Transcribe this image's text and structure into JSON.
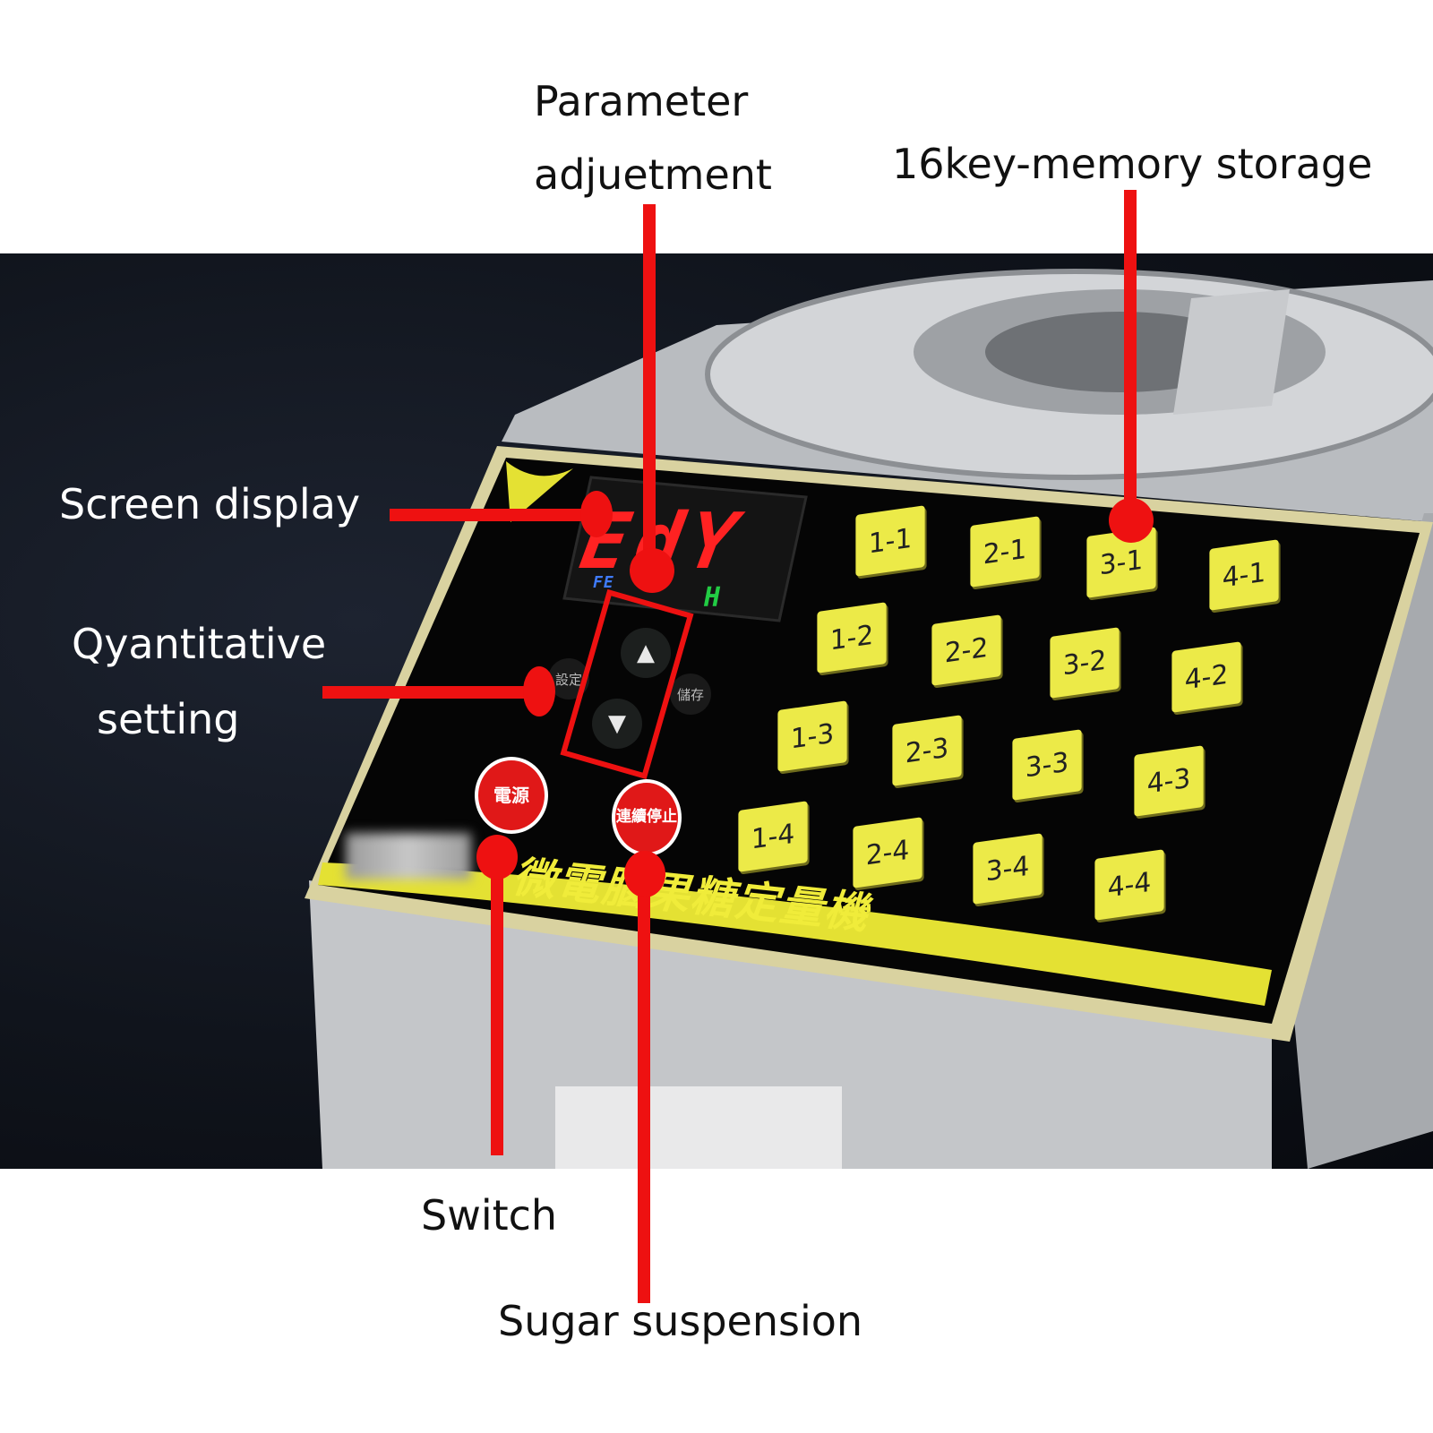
{
  "labels": {
    "parameter_line1": "Parameter",
    "parameter_line2": "adjuetment",
    "memory": "16key-memory storage",
    "screen": "Screen display",
    "quant_line1": "Qyantitative",
    "quant_line2": "setting",
    "switch": "Switch",
    "sugar": "Sugar suspension"
  },
  "panel": {
    "display_text": "EdY",
    "display_small_left": "FE",
    "display_small_right": "H",
    "set_button": "設定",
    "save_button": "儲存",
    "up_arrow": "▲",
    "down_arrow": "▼",
    "power_button": "電源",
    "continuous_stop_button": "連續停止",
    "brand_text": "微電腦果糖定量機",
    "keys": [
      "1-1",
      "2-1",
      "3-1",
      "4-1",
      "1-2",
      "2-2",
      "3-2",
      "4-2",
      "1-3",
      "2-3",
      "3-3",
      "4-3",
      "1-4",
      "2-4",
      "3-4",
      "4-4"
    ]
  },
  "colors": {
    "callout": "#ee1111",
    "key_yellow": "#ecea48",
    "panel_black": "#050505",
    "display_red": "#ff2222"
  }
}
